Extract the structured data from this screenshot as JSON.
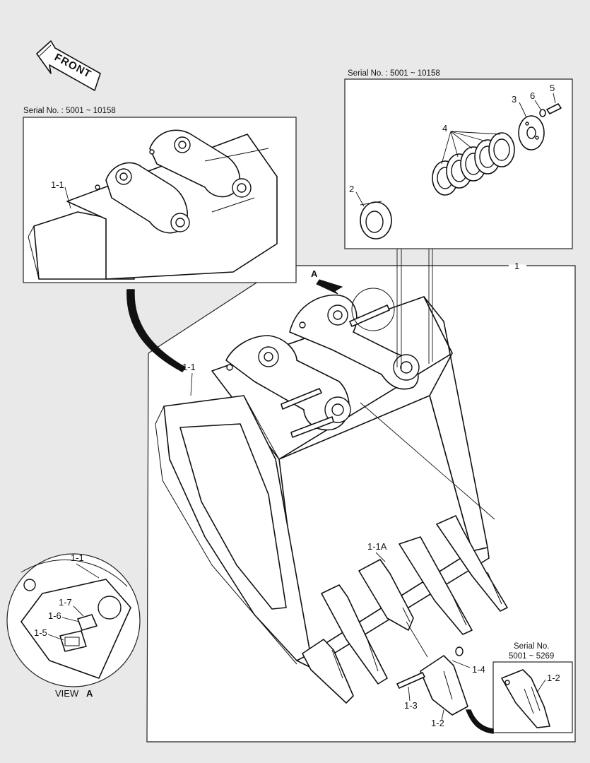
{
  "front_label": "FRONT",
  "serial_top_left": "Serial No. : 5001 ~ 10158",
  "serial_top_right": "Serial No. : 5001 ~ 10158",
  "serial_bottom_right_line1": "Serial No.",
  "serial_bottom_right_line2": "5001 ~ 5269",
  "view_label_prefix": "VIEW",
  "view_label_letter": "A",
  "view_arrow_letter": "A",
  "labels": {
    "p1": "1",
    "p1_1_inset": "1-1",
    "p1_1_main": "1-1",
    "p1_1_view": "1-1",
    "p1_1A": "1-1A",
    "p1_2": "1-2",
    "p1_2_inset": "1-2",
    "p1_3": "1-3",
    "p1_4": "1-4",
    "p1_5": "1-5",
    "p1_6": "1-6",
    "p1_7": "1-7",
    "p2": "2",
    "p3": "3",
    "p4": "4",
    "p5": "5",
    "p6": "6"
  }
}
